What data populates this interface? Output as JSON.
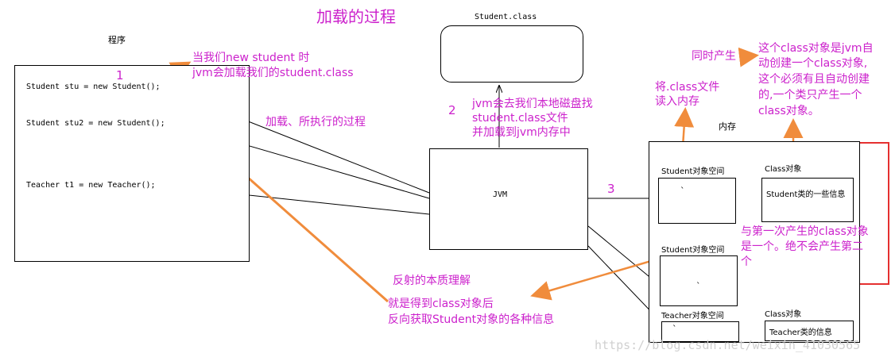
{
  "title": "加载的过程",
  "program": {
    "label": "程序",
    "line1": "Student stu = new Student();",
    "line2": "Student stu2 = new Student();",
    "line3": "Teacher t1 = new Teacher();"
  },
  "student_class_label": "Student.class",
  "jvm_label": "JVM",
  "memory": {
    "label": "内存",
    "student_space1": "Student对象空间",
    "student_space2": "Student对象空间",
    "teacher_space": "Teacher对象空间",
    "tick": "`",
    "class_obj1_label": "Class对象",
    "class_obj1_content": "Student类的一些信息",
    "class_obj2_label": "Class对象",
    "class_obj2_content": "Teacher类的信息"
  },
  "annotations": {
    "step1_num": "1",
    "step1_line1": "当我们new student 时",
    "step1_line2": "jvm会加载我们的student.class",
    "load_process": "加载、所执行的过程",
    "step2_num": "2",
    "step2_line1": "jvm会去我们本地磁盘找",
    "step2_line2": "student.class文件",
    "step2_line3": "并加载到jvm内存中",
    "step3_num": "3",
    "read_line1": "将.class文件",
    "read_line2": "读入内存",
    "simultaneous": "同时产生",
    "auto_line1": "这个class对象是jvm自",
    "auto_line2": "动创建一个class对象,",
    "auto_line3": "这个必须有且自动创建",
    "auto_line4": "的,一个类只产生一个",
    "auto_line5": "class对象。",
    "same_line1": "与第一次产生的class对象",
    "same_line2": "是一个。绝不会产生第二",
    "same_line3": "个",
    "reflect_line1": "反射的本质理解",
    "reflect_line2": "就是得到class对象后",
    "reflect_line3": "反向获取Student对象的各种信息"
  },
  "watermark": "https://blog.csdn.net/weixin_41030565",
  "colors": {
    "annotation": "#cc22cc",
    "arrow": "#f08c3c",
    "highlight": "#e53030"
  }
}
